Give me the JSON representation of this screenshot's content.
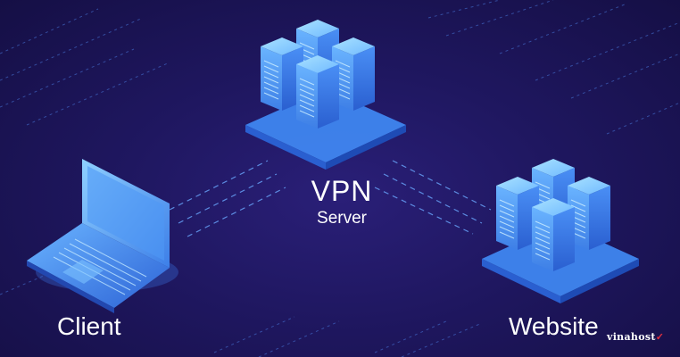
{
  "nodes": {
    "vpn_server": {
      "title": "VPN",
      "subtitle": "Server"
    },
    "client": {
      "label": "Client"
    },
    "website": {
      "label": "Website"
    }
  },
  "watermark": {
    "text": "vinahost",
    "accent_mark": "✓"
  },
  "colors": {
    "background": "#1e1456",
    "server_top": "#8fd3ff",
    "server_side": "#3b7ff0",
    "laptop": "#5aa8ff",
    "accent": "#e0303f"
  }
}
